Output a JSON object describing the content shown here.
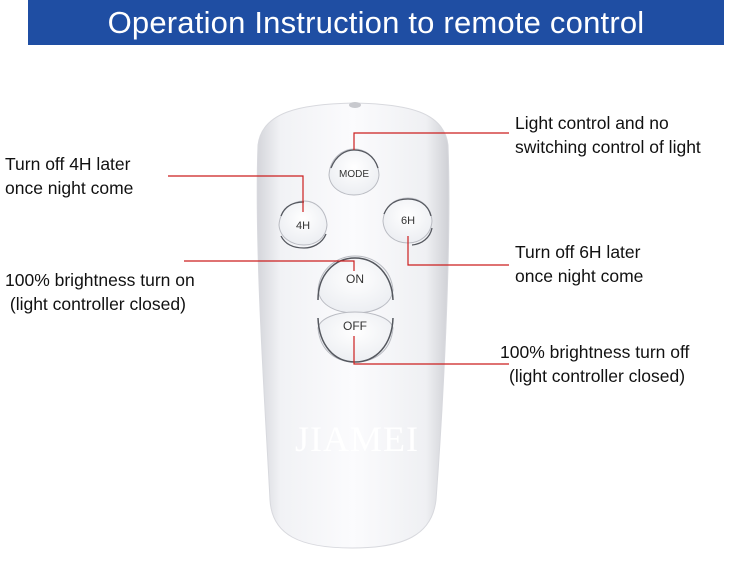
{
  "header": {
    "title": "Operation Instruction to remote control",
    "color": "#1f4ea3"
  },
  "remote": {
    "brand": "JIAMEI",
    "buttons": {
      "mode": "MODE",
      "four_h": "4H",
      "six_h": "6H",
      "on": "ON",
      "off": "OFF"
    }
  },
  "callouts": {
    "mode": [
      "Light control and no",
      "switching control of light"
    ],
    "four_h": [
      "Turn off 4H later",
      "once night come"
    ],
    "six_h": [
      "Turn off 6H later",
      "once night come"
    ],
    "on": [
      "100% brightness turn on",
      " (light controller closed)"
    ],
    "off": [
      "100% brightness turn off",
      "(light controller closed)"
    ]
  },
  "line_color": "#cc1f1f"
}
